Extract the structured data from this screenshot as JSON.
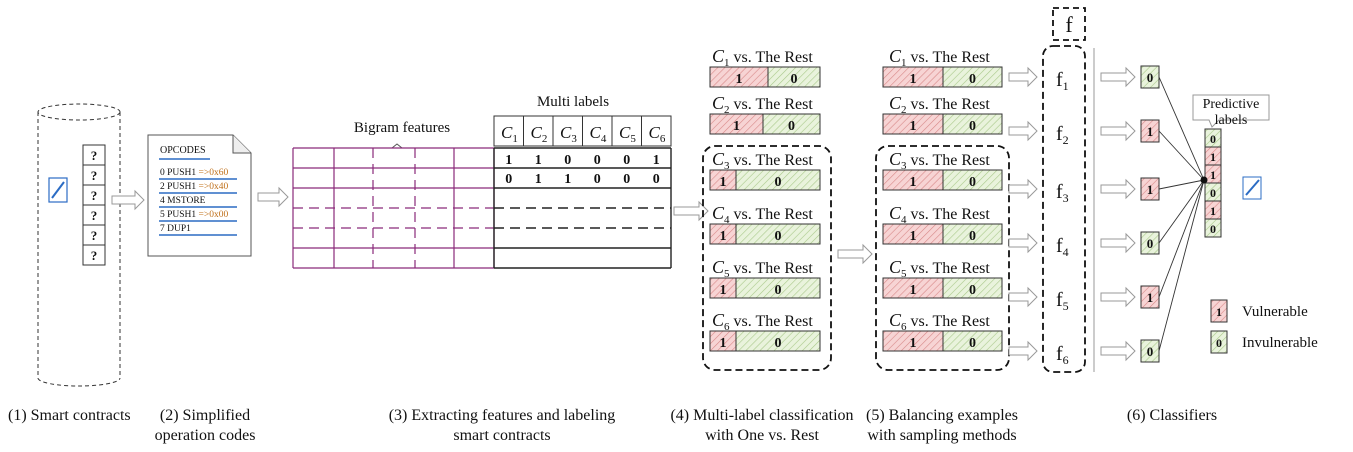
{
  "stage1": {
    "marks": [
      "?",
      "?",
      "?",
      "?",
      "?",
      "?"
    ]
  },
  "stage2": {
    "header": "OPCODES",
    "lines": [
      {
        "text": "0 PUSH1 ",
        "arrow": "=>0x60"
      },
      {
        "text": "2 PUSH1 ",
        "arrow": "=>0x40"
      },
      {
        "text": "4 MSTORE",
        "arrow": ""
      },
      {
        "text": "5 PUSH1 ",
        "arrow": "=>0x00"
      },
      {
        "text": "7 DUP1",
        "arrow": ""
      }
    ]
  },
  "stage3": {
    "bigram_title": "Bigram features",
    "multi_title": "Multi labels",
    "label_headers": [
      {
        "letter": "C",
        "sub": "1"
      },
      {
        "letter": "C",
        "sub": "2"
      },
      {
        "letter": "C",
        "sub": "3"
      },
      {
        "letter": "C",
        "sub": "4"
      },
      {
        "letter": "C",
        "sub": "5"
      },
      {
        "letter": "C",
        "sub": "6"
      }
    ],
    "label_rows": [
      [
        "1",
        "1",
        "0",
        "0",
        "0",
        "1"
      ],
      [
        "0",
        "1",
        "1",
        "0",
        "0",
        "0"
      ]
    ]
  },
  "ovr_text": "vs. The Rest",
  "stage4": [
    {
      "c": "C",
      "sub": "1",
      "pos": "1",
      "neg": "0",
      "ratio": 0.53
    },
    {
      "c": "C",
      "sub": "2",
      "pos": "1",
      "neg": "0",
      "ratio": 0.48
    },
    {
      "c": "C",
      "sub": "3",
      "pos": "1",
      "neg": "0",
      "ratio": 0.24
    },
    {
      "c": "C",
      "sub": "4",
      "pos": "1",
      "neg": "0",
      "ratio": 0.24
    },
    {
      "c": "C",
      "sub": "5",
      "pos": "1",
      "neg": "0",
      "ratio": 0.24
    },
    {
      "c": "C",
      "sub": "6",
      "pos": "1",
      "neg": "0",
      "ratio": 0.24
    }
  ],
  "stage5": [
    {
      "c": "C",
      "sub": "1",
      "pos": "1",
      "neg": "0",
      "ratio": 0.5
    },
    {
      "c": "C",
      "sub": "2",
      "pos": "1",
      "neg": "0",
      "ratio": 0.5
    },
    {
      "c": "C",
      "sub": "3",
      "pos": "1",
      "neg": "0",
      "ratio": 0.5
    },
    {
      "c": "C",
      "sub": "4",
      "pos": "1",
      "neg": "0",
      "ratio": 0.5
    },
    {
      "c": "C",
      "sub": "5",
      "pos": "1",
      "neg": "0",
      "ratio": 0.5
    },
    {
      "c": "C",
      "sub": "6",
      "pos": "1",
      "neg": "0",
      "ratio": 0.5
    }
  ],
  "stage6": {
    "f_top": "f",
    "classifiers": [
      {
        "f": "f",
        "sub": "1",
        "out": "0"
      },
      {
        "f": "f",
        "sub": "2",
        "out": "1"
      },
      {
        "f": "f",
        "sub": "3",
        "out": "1"
      },
      {
        "f": "f",
        "sub": "4",
        "out": "0"
      },
      {
        "f": "f",
        "sub": "5",
        "out": "1"
      },
      {
        "f": "f",
        "sub": "6",
        "out": "0"
      }
    ],
    "predictive_title_1": "Predictive",
    "predictive_title_2": "labels",
    "predictive": [
      "0",
      "1",
      "1",
      "0",
      "1",
      "0"
    ],
    "legend": [
      {
        "value": "1",
        "label": "Vulnerable"
      },
      {
        "value": "0",
        "label": "Invulnerable"
      }
    ]
  },
  "captions": [
    [
      "(1) Smart contracts"
    ],
    [
      "(2) Simplified",
      "operation codes"
    ],
    [
      "(3) Extracting features and labeling",
      "smart contracts"
    ],
    [
      "(4) Multi-label classification",
      "with One vs. Rest"
    ],
    [
      "(5) Balancing examples",
      "with sampling methods"
    ],
    [
      "(6) Classifiers"
    ]
  ],
  "colors": {
    "vulnerable_fill": "#f7d4d4",
    "vulnerable_hatch": "#d88888",
    "invulnerable_fill": "#e9f3dc",
    "invulnerable_hatch": "#a9c98a",
    "bigram_grid": "#8a2a7a",
    "blue_line": "#2b6cc4",
    "hex_text": "#c0701a"
  }
}
